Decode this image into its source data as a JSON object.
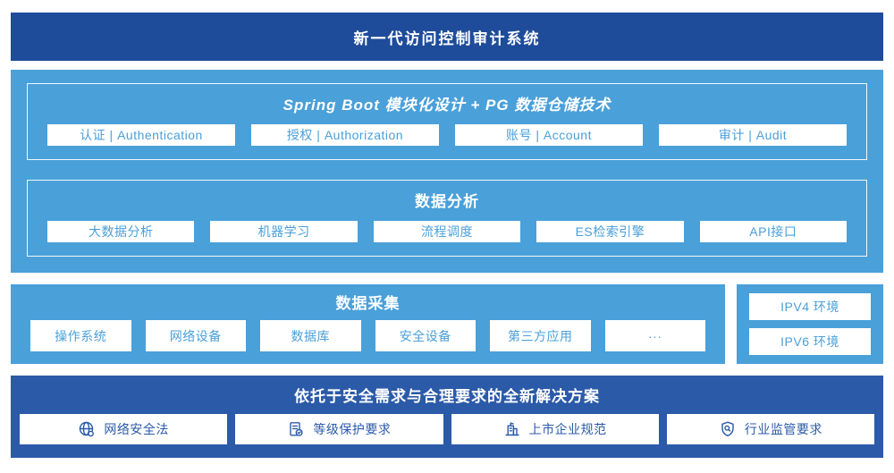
{
  "colors": {
    "dark_blue": "#1e4c9a",
    "solution_blue": "#2b5aa8",
    "light_blue": "#4aa0d9"
  },
  "header": {
    "title": "新一代访问控制审计系统"
  },
  "platform_panel": {
    "sections": [
      {
        "title": "Spring Boot 模块化设计 + PG 数据仓储技术",
        "items": [
          "认证 | Authentication",
          "授权 | Authorization",
          "账号 | Account",
          "审计 | Audit"
        ]
      },
      {
        "title": "数据分析",
        "items": [
          "大数据分析",
          "机器学习",
          "流程调度",
          "ES检索引擎",
          "API接口"
        ]
      }
    ]
  },
  "collection_panel": {
    "title": "数据采集",
    "items": [
      "操作系统",
      "网络设备",
      "数据库",
      "安全设备",
      "第三方应用",
      "···"
    ]
  },
  "env_panel": {
    "items": [
      "IPV4 环境",
      "IPV6 环境"
    ]
  },
  "solution_panel": {
    "title": "依托于安全需求与合理要求的全新解决方案",
    "items": [
      {
        "label": "网络安全法",
        "icon": "globe-icon"
      },
      {
        "label": "等级保护要求",
        "icon": "document-check-icon"
      },
      {
        "label": "上市企业规范",
        "icon": "building-icon"
      },
      {
        "label": "行业监管要求",
        "icon": "shield-search-icon"
      }
    ]
  }
}
